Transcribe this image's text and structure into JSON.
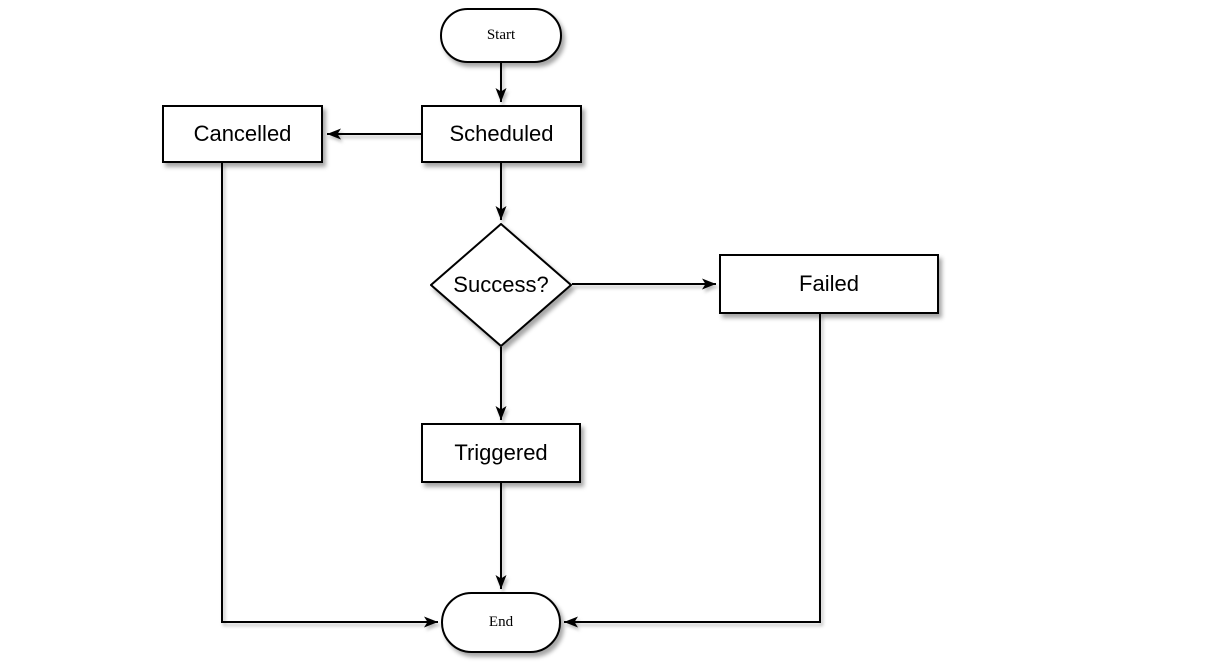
{
  "diagram": {
    "type": "flowchart",
    "colors": {
      "background": "#ffffff",
      "shape_fill": "#ffffff",
      "stroke": "#000000",
      "text": "#000000",
      "shadow": "rgba(0,0,0,0.35)"
    },
    "nodes": {
      "start": {
        "label": "Start",
        "shape": "terminator"
      },
      "scheduled": {
        "label": "Scheduled",
        "shape": "process"
      },
      "cancelled": {
        "label": "Cancelled",
        "shape": "process"
      },
      "success": {
        "label": "Success?",
        "shape": "decision"
      },
      "failed": {
        "label": "Failed",
        "shape": "process"
      },
      "triggered": {
        "label": "Triggered",
        "shape": "process"
      },
      "end": {
        "label": "End",
        "shape": "terminator"
      }
    },
    "edges": [
      {
        "from": "start",
        "to": "scheduled"
      },
      {
        "from": "scheduled",
        "to": "cancelled"
      },
      {
        "from": "scheduled",
        "to": "success"
      },
      {
        "from": "success",
        "to": "failed"
      },
      {
        "from": "success",
        "to": "triggered"
      },
      {
        "from": "triggered",
        "to": "end"
      },
      {
        "from": "cancelled",
        "to": "end"
      },
      {
        "from": "failed",
        "to": "end"
      }
    ]
  }
}
